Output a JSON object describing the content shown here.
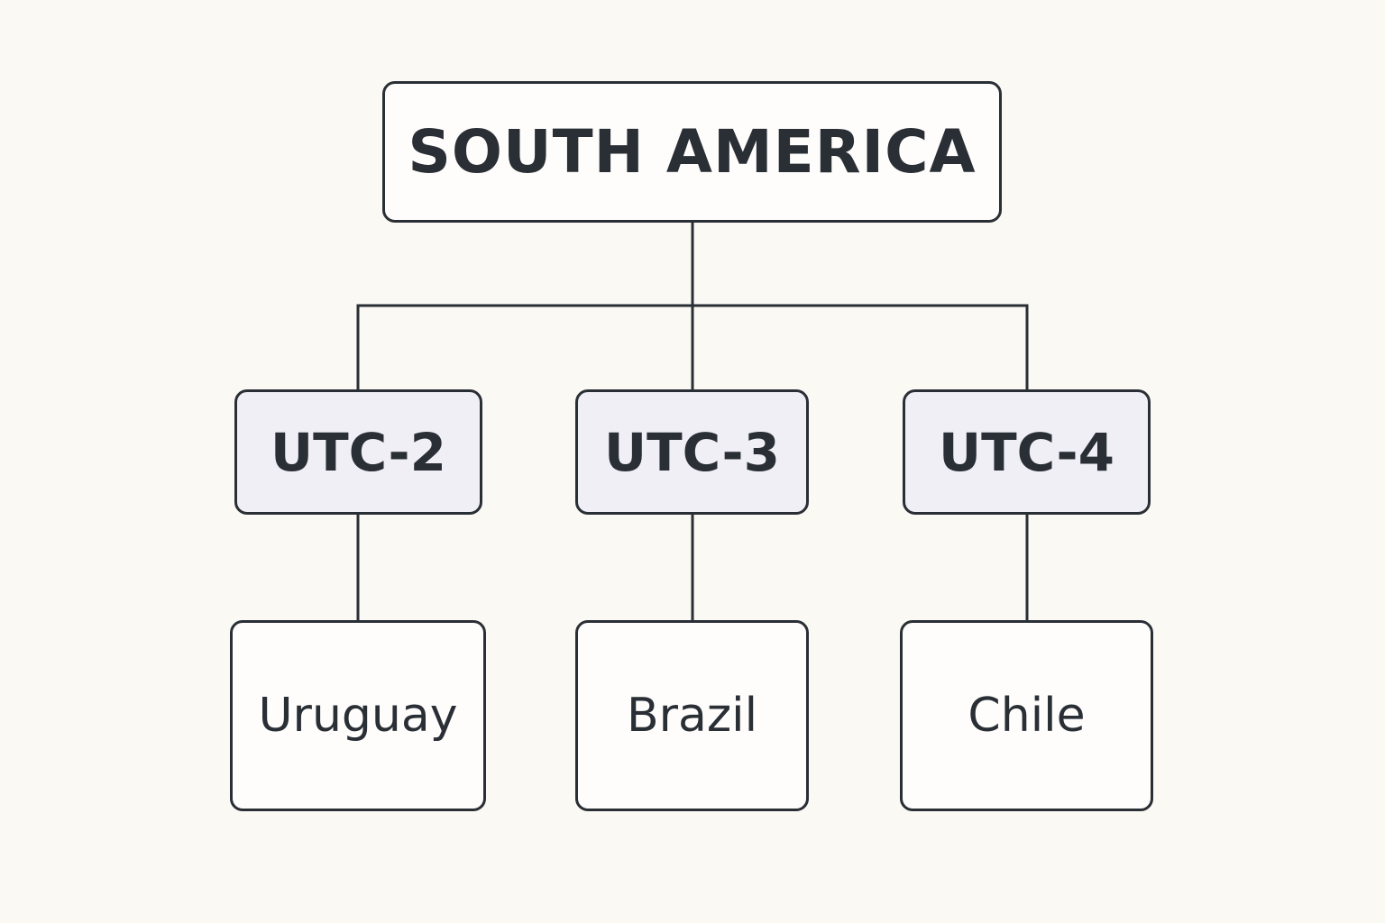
{
  "colors": {
    "background": "#fbf9f4",
    "stroke": "#2a2f36",
    "zone_fill": "#f1eff6",
    "box_fill": "#fefdfb"
  },
  "root": {
    "label": "SOUTH AMERICA"
  },
  "zones": [
    {
      "label": "UTC-2",
      "country": "Uruguay"
    },
    {
      "label": "UTC-3",
      "country": "Brazil"
    },
    {
      "label": "UTC-4",
      "country": "Chile"
    }
  ]
}
